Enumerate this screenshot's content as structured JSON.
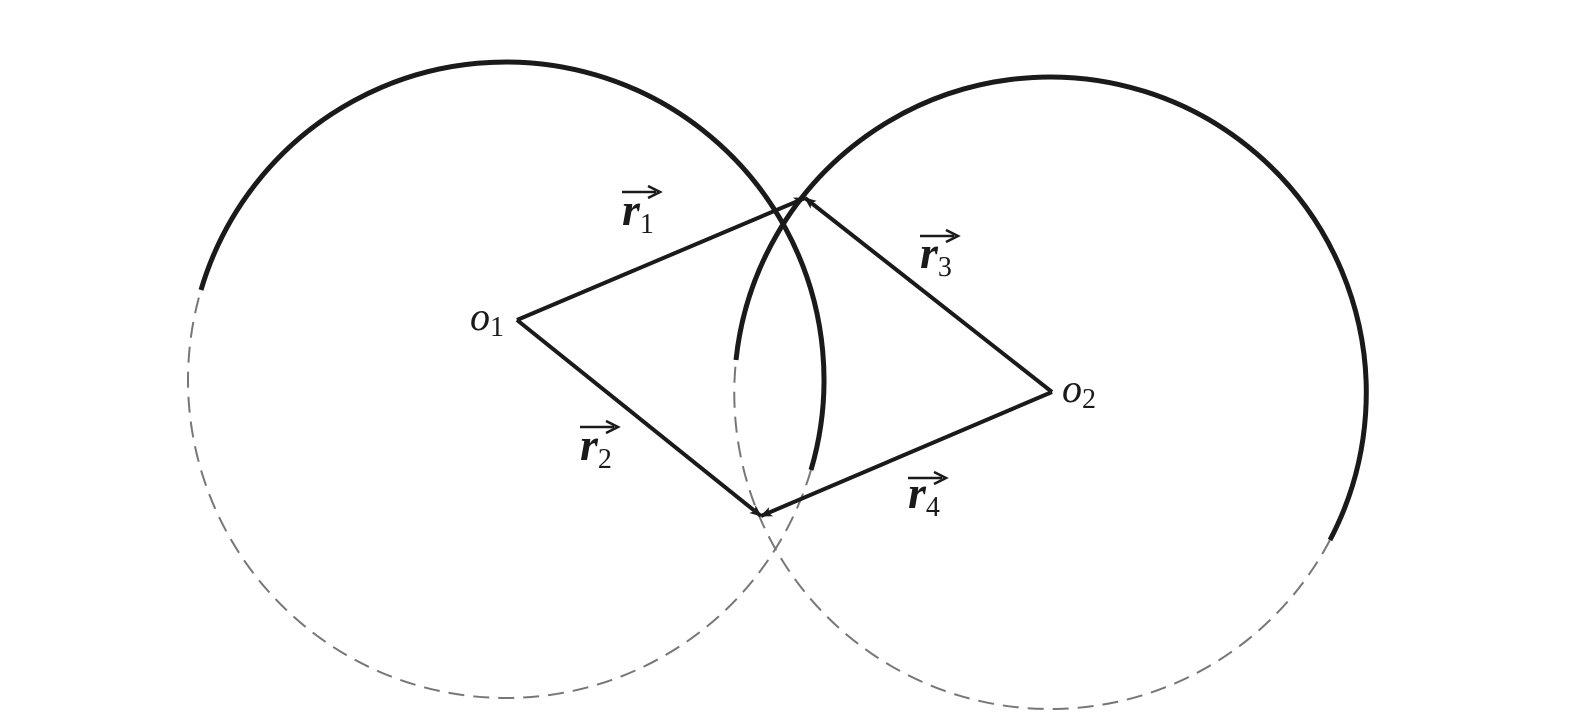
{
  "colors": {
    "stroke": "#1a1a1a",
    "dashed": "#777777",
    "background": "#ffffff"
  },
  "labels": {
    "o1": {
      "base": "o",
      "sub": "1"
    },
    "o2": {
      "base": "o",
      "sub": "2"
    },
    "r1": {
      "base": "r",
      "sub": "1"
    },
    "r2": {
      "base": "r",
      "sub": "2"
    },
    "r3": {
      "base": "r",
      "sub": "3"
    },
    "r4": {
      "base": "r",
      "sub": "4"
    }
  }
}
